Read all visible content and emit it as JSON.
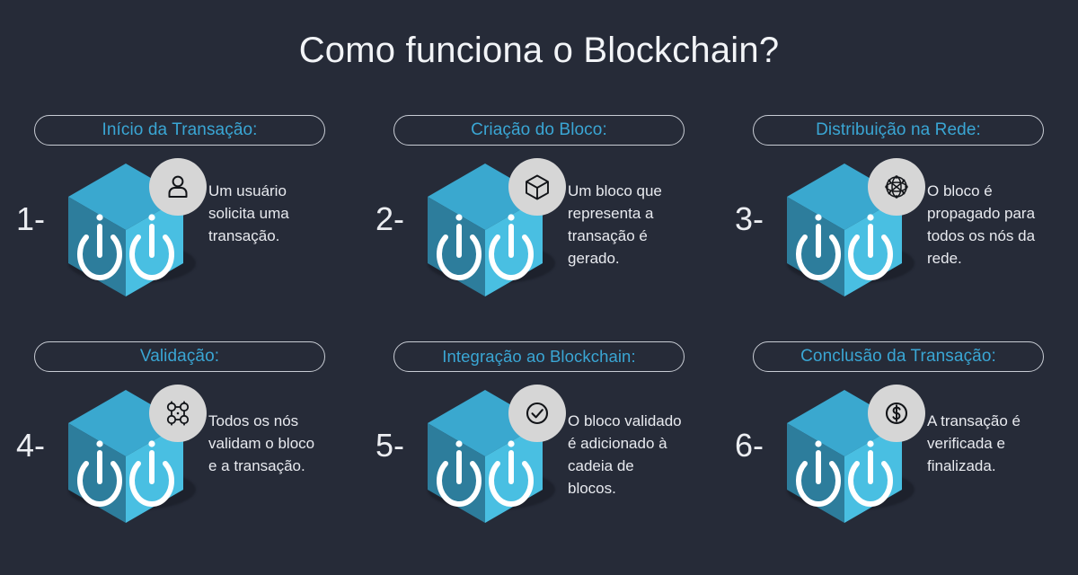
{
  "page": {
    "title": "Como funciona o Blockchain?",
    "background_color": "#262b38",
    "accent_color": "#3aa6d4",
    "text_color": "#e8eaef",
    "badge_color": "#d6d6d6",
    "cube_colors": {
      "top": "#3aa8cf",
      "left": "#2f7f9e",
      "right": "#46bde0",
      "shadow": "#1d212c"
    }
  },
  "steps": [
    {
      "number": "1-",
      "heading": "Início da Transação:",
      "description": "Um usuário solicita uma transação.",
      "icon": "user-icon"
    },
    {
      "number": "2-",
      "heading": "Criação do Bloco:",
      "description": "Um bloco que representa a transação é gerado.",
      "icon": "cube-icon"
    },
    {
      "number": "3-",
      "heading": "Distribuição na Rede:",
      "description": "O bloco é propagado para todos os nós da rede.",
      "icon": "network-globe-icon"
    },
    {
      "number": "4-",
      "heading": "Validação:",
      "description": "Todos os nós validam o bloco e a transação.",
      "icon": "nodes-grid-icon"
    },
    {
      "number": "5-",
      "heading": "Integração ao Blockchain:",
      "description": "O bloco validado é adicionado à cadeia de blocos.",
      "icon": "check-circle-icon"
    },
    {
      "number": "6-",
      "heading": "Conclusão da Transação:",
      "description": "A transação é verificada e finalizada.",
      "icon": "dollar-circle-icon"
    }
  ]
}
